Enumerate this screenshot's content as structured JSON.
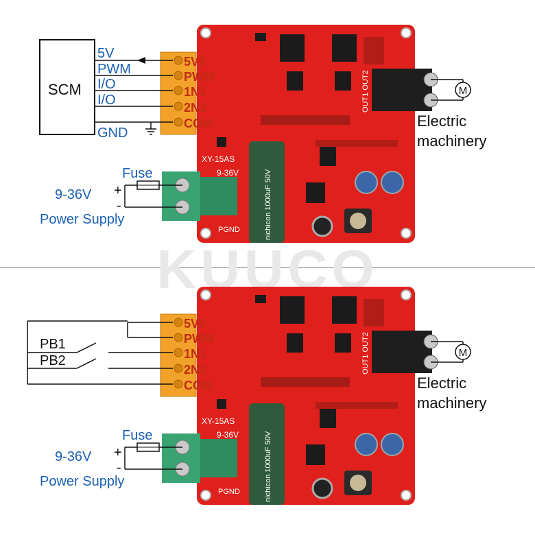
{
  "watermark": "KUUCO",
  "board": {
    "model": "XY-15AS",
    "voltage": "9-36V",
    "pgnd": "PGND",
    "out_label": "OUT1 OUT2",
    "cap_text": "nichicon 1000uF 50V",
    "pins": [
      "5V0",
      "PWM",
      "1N1",
      "2N2",
      "COM"
    ]
  },
  "top": {
    "scm_label": "SCM",
    "lines": [
      "5V",
      "PWM",
      "I/O",
      "I/O",
      "GND"
    ]
  },
  "bottom": {
    "buttons": [
      "PB1",
      "PB2"
    ]
  },
  "motor": {
    "symbol": "M",
    "label_line1": "Electric",
    "label_line2": "machinery"
  },
  "power": {
    "fuse": "Fuse",
    "voltage": "9-36V",
    "plus": "+",
    "minus": "-",
    "supply": "Power Supply"
  },
  "colors": {
    "board": "#e0201c",
    "terminal_orange": "#f2a229",
    "terminal_green": "#3aa372",
    "capacitor": "#2f5a3d",
    "label_blue": "#1a5fb4"
  }
}
